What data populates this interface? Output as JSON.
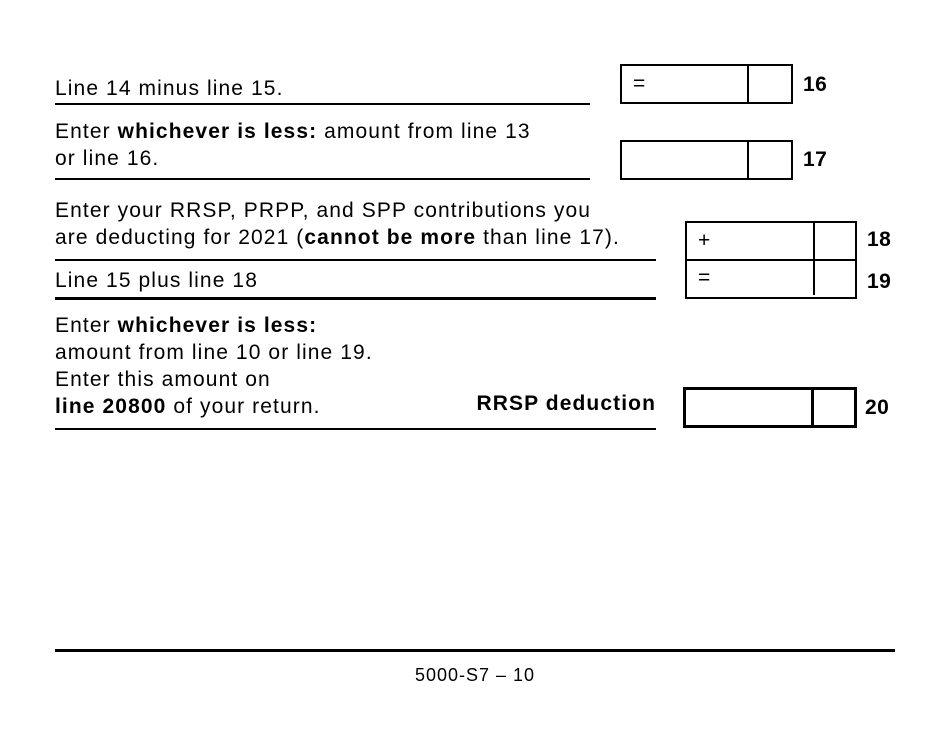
{
  "colors": {
    "ink": "#000000",
    "paper": "#ffffff"
  },
  "sections": {
    "line16": {
      "text": "Line 14 minus line 15.",
      "symbol": "=",
      "number": "16",
      "amount_value": "",
      "cents_value": ""
    },
    "line17": {
      "line1_prefix": "Enter ",
      "line1_bold": "whichever is less:",
      "line1_suffix": " amount from line 13",
      "line2": "or line 16.",
      "number": "17",
      "amount_value": "",
      "cents_value": ""
    },
    "line18": {
      "line1": "Enter your RRSP, PRPP, and SPP contributions you",
      "line2_prefix": "are deducting for 2021 (",
      "line2_bold": "cannot be more",
      "line2_suffix": " than line 17).",
      "symbol": "+",
      "number": "18",
      "amount_value": "",
      "cents_value": ""
    },
    "line19": {
      "text": "Line 15 plus line 18",
      "symbol": "=",
      "number": "19",
      "amount_value": "",
      "cents_value": ""
    },
    "line20": {
      "line1_prefix": "Enter ",
      "line1_bold": "whichever is less:",
      "line2": "amount from line 10 or line 19.",
      "line3": "Enter this amount on",
      "line4_bold": "line 20800",
      "line4_suffix": " of your return.",
      "side_label": "RRSP deduction",
      "number": "20",
      "amount_value": "",
      "cents_value": ""
    }
  },
  "footer": {
    "form_code": "5000-S7 – 10"
  }
}
